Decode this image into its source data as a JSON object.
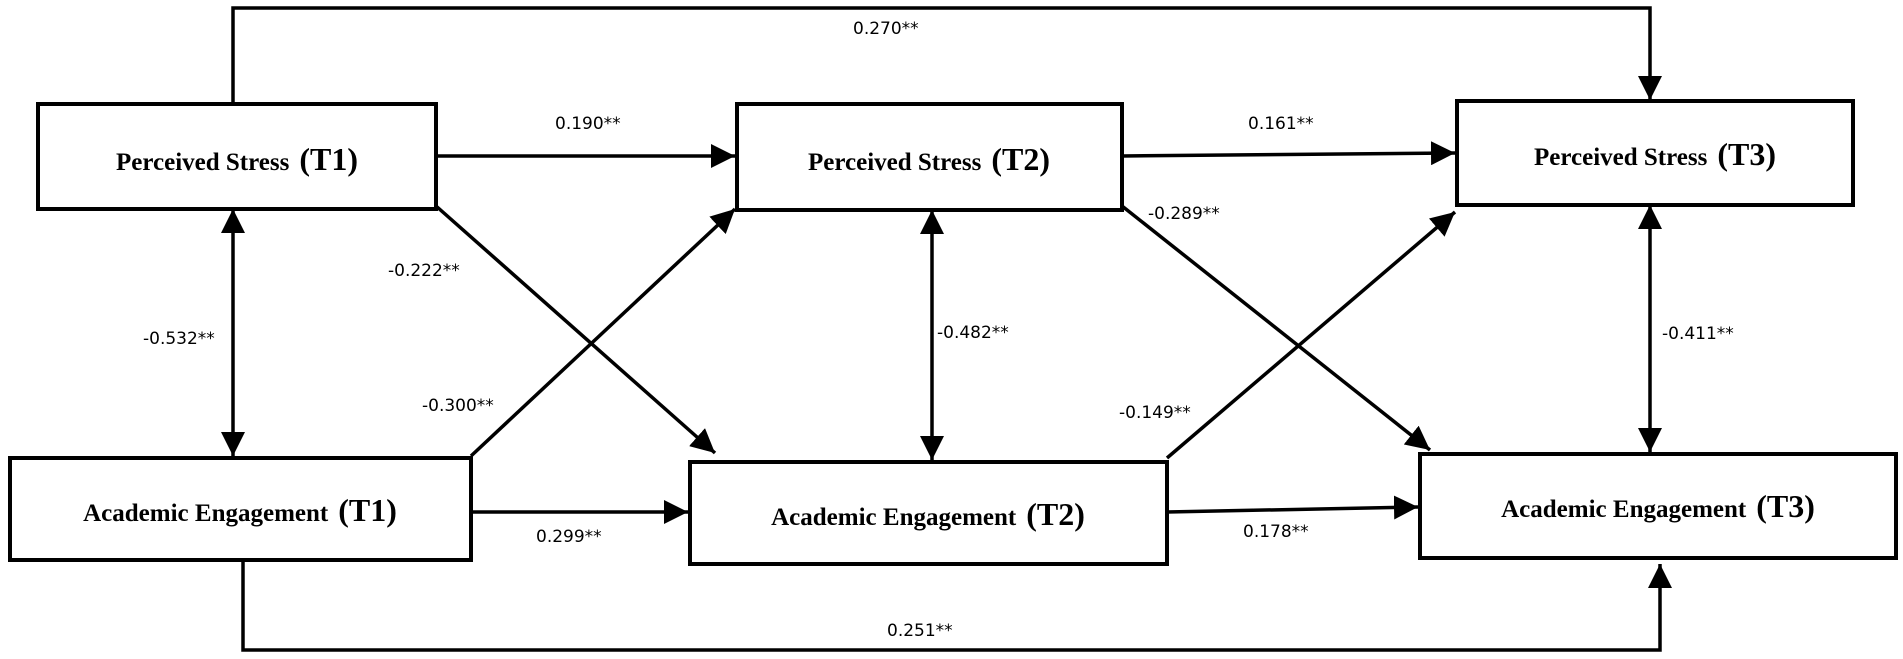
{
  "nodes": {
    "ps_t1": {
      "name": "Perceived Stress",
      "time": "(T1)"
    },
    "ps_t2": {
      "name": "Perceived Stress",
      "time": "(T2)"
    },
    "ps_t3": {
      "name": "Perceived Stress",
      "time": "(T3)"
    },
    "ae_t1": {
      "name": "Academic Engagement",
      "time": "(T1)"
    },
    "ae_t2": {
      "name": "Academic Engagement",
      "time": "(T2)"
    },
    "ae_t3": {
      "name": "Academic Engagement",
      "time": "(T3)"
    }
  },
  "paths": {
    "ps1_ps3": "0.270**",
    "ps1_ps2": "0.190**",
    "ps2_ps3": "0.161**",
    "ps1_ae2": "-0.222**",
    "ps2_ae3": "-0.289**",
    "ps1_ae1_cov": "-0.532**",
    "ps2_ae2_cov": "-0.482**",
    "ps3_ae3_cov": "-0.411**",
    "ae1_ps2": "-0.300**",
    "ae2_ps3": "-0.149**",
    "ae1_ae2": "0.299**",
    "ae2_ae3": "0.178**",
    "ae1_ae3": "0.251**"
  }
}
